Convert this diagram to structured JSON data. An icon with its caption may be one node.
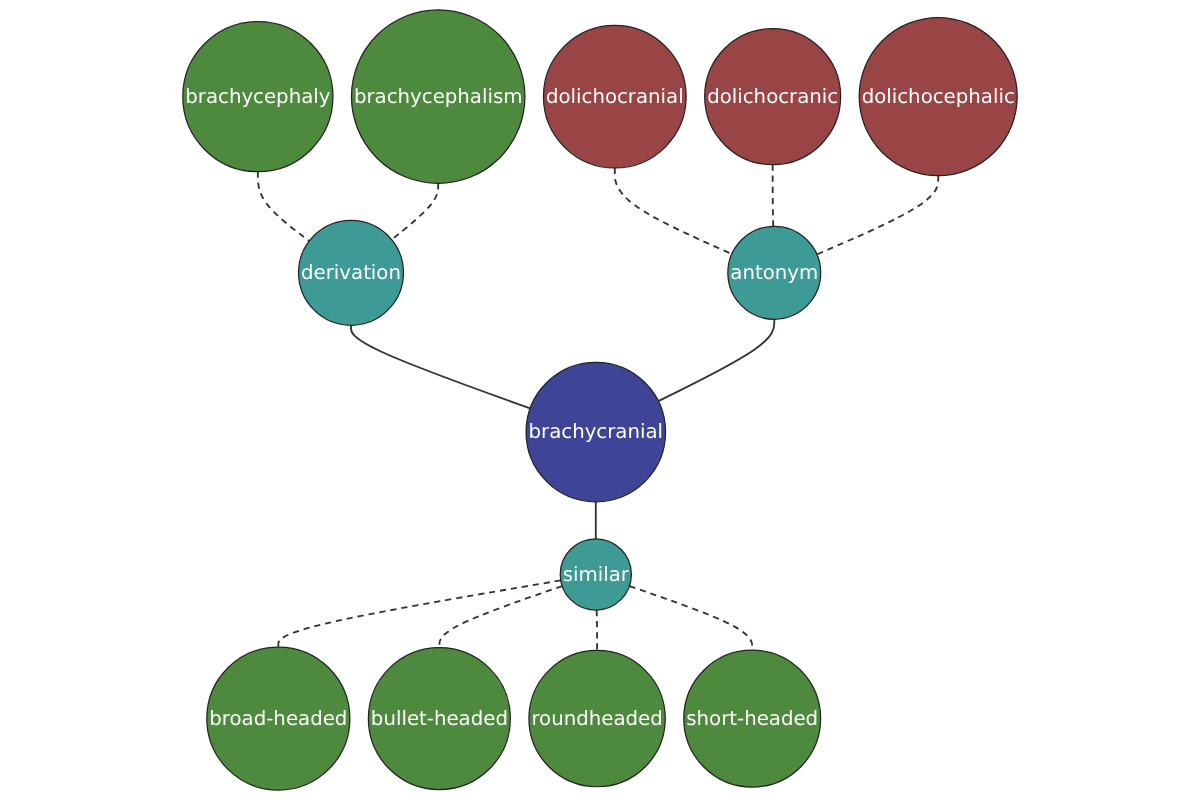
{
  "diagram": {
    "nodes": [
      {
        "text": [
          "dolichocranial"
        ]
      },
      {
        "text": [
          "brachycephaly"
        ]
      },
      {
        "text": [
          "dolichocranic"
        ]
      },
      {
        "text": [
          "brachycephalism"
        ]
      },
      {
        "text": [
          "dolichocephalic"
        ]
      },
      {
        "text": [
          "derivation"
        ]
      },
      {
        "text": [
          "antonym"
        ]
      },
      {
        "text": [
          "brachycranial"
        ]
      },
      {
        "text": [
          "similar"
        ]
      },
      {
        "text": [
          "broad-headed"
        ]
      },
      {
        "text": [
          "bullet-headed"
        ]
      },
      {
        "text": [
          "roundheaded"
        ]
      },
      {
        "text": [
          "short-headed"
        ]
      }
    ],
    "edges": [
      {
        "from": 1,
        "to": 5,
        "arrow": "none",
        "style": "dashed"
      },
      {
        "from": 3,
        "to": 5,
        "arrow": "none",
        "style": "dashed"
      },
      {
        "from": 0,
        "to": 6,
        "arrow": "none",
        "style": "dashed"
      },
      {
        "from": 2,
        "to": 6,
        "arrow": "none",
        "style": "dashed"
      },
      {
        "from": 4,
        "to": 6,
        "arrow": "none",
        "style": "dashed"
      },
      {
        "from": 5,
        "to": 7,
        "arrow": "none"
      },
      {
        "from": 6,
        "to": 7,
        "arrow": "none"
      },
      {
        "from": 7,
        "to": 8,
        "arrow": "none"
      },
      {
        "from": 8,
        "to": 9,
        "arrow": "none",
        "style": "dashed"
      },
      {
        "from": 8,
        "to": 10,
        "arrow": "none",
        "style": "dashed"
      },
      {
        "from": 8,
        "to": 11,
        "arrow": "none",
        "style": "dashed"
      },
      {
        "from": 8,
        "to": 12,
        "arrow": "none",
        "style": "dashed"
      }
    ]
  }
}
